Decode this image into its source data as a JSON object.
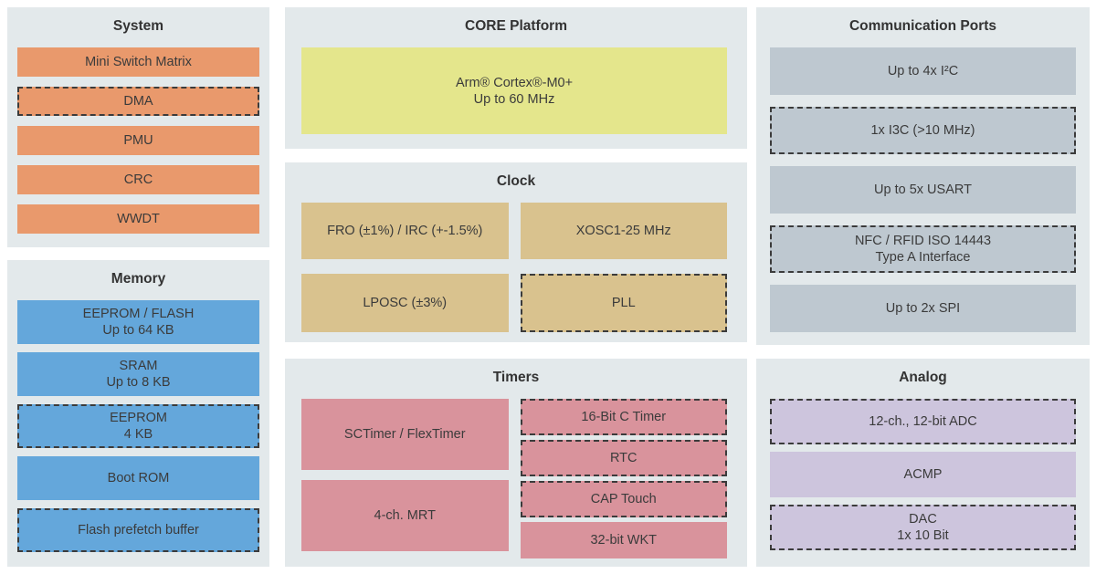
{
  "diagram": {
    "colors": {
      "panel_bg": "#e3e9eb",
      "title_color": "#333333",
      "text_color": "#3b3b3b",
      "dashed_border": "#3b3b3b",
      "system_block": "#e9996c",
      "memory_block": "#64a7db",
      "core_block": "#e4e68c",
      "clock_block": "#d9c28e",
      "timers_block": "#d9939c",
      "comm_block": "#bec8d0",
      "analog_block": "#cdc5dd"
    },
    "panels": [
      {
        "id": "system",
        "title": "System",
        "block_color": "#e9996c",
        "blocks": [
          {
            "id": "mini-switch-matrix",
            "label": "Mini Switch Matrix",
            "dashed": false
          },
          {
            "id": "dma",
            "label": "DMA",
            "dashed": true
          },
          {
            "id": "pmu",
            "label": "PMU",
            "dashed": false
          },
          {
            "id": "crc",
            "label": "CRC",
            "dashed": false
          },
          {
            "id": "wwdt",
            "label": "WWDT",
            "dashed": false
          }
        ]
      },
      {
        "id": "memory",
        "title": "Memory",
        "block_color": "#64a7db",
        "blocks": [
          {
            "id": "eeprom-flash",
            "label": "EEPROM / FLASH\nUp to 64 KB",
            "dashed": false
          },
          {
            "id": "sram",
            "label": "SRAM\nUp to 8 KB",
            "dashed": false
          },
          {
            "id": "eeprom-4kb",
            "label": "EEPROM\n4 KB",
            "dashed": true
          },
          {
            "id": "boot-rom",
            "label": "Boot ROM",
            "dashed": false
          },
          {
            "id": "flash-prefetch-buffer",
            "label": "Flash prefetch buffer",
            "dashed": true
          }
        ]
      },
      {
        "id": "core",
        "title": "CORE Platform",
        "block_color": "#e4e68c",
        "blocks": [
          {
            "id": "arm-cortex-m0plus",
            "label": "Arm® Cortex®-M0+\nUp to 60 MHz",
            "dashed": false
          }
        ]
      },
      {
        "id": "clock",
        "title": "Clock",
        "block_color": "#d9c28e",
        "blocks": [
          {
            "id": "fro-irc",
            "label": "FRO (±1%) / IRC (+-1.5%)",
            "dashed": false
          },
          {
            "id": "xosc",
            "label": "XOSC1-25 MHz",
            "dashed": false
          },
          {
            "id": "lposc",
            "label": "LPOSC (±3%)",
            "dashed": false
          },
          {
            "id": "pll",
            "label": "PLL",
            "dashed": true
          }
        ]
      },
      {
        "id": "timers",
        "title": "Timers",
        "block_color": "#d9939c",
        "blocks": [
          {
            "id": "sctimer-flextimer",
            "label": "SCTimer / FlexTimer",
            "dashed": false,
            "col": "left"
          },
          {
            "id": "mrt",
            "label": "4-ch. MRT",
            "dashed": false,
            "col": "left"
          },
          {
            "id": "ctimer-16bit",
            "label": "16-Bit C Timer",
            "dashed": true,
            "col": "right"
          },
          {
            "id": "rtc",
            "label": "RTC",
            "dashed": true,
            "col": "right"
          },
          {
            "id": "cap-touch",
            "label": "CAP Touch",
            "dashed": true,
            "col": "right"
          },
          {
            "id": "wkt-32bit",
            "label": "32-bit WKT",
            "dashed": false,
            "col": "right"
          }
        ]
      },
      {
        "id": "comm",
        "title": "Communication Ports",
        "block_color": "#bec8d0",
        "blocks": [
          {
            "id": "i2c",
            "label": "Up to 4x I²C",
            "dashed": false
          },
          {
            "id": "i3c",
            "label": "1x I3C (>10 MHz)",
            "dashed": true
          },
          {
            "id": "usart",
            "label": "Up to 5x USART",
            "dashed": false
          },
          {
            "id": "nfc-rfid",
            "label": "NFC / RFID ISO 14443\nType A Interface",
            "dashed": true
          },
          {
            "id": "spi",
            "label": "Up to 2x SPI",
            "dashed": false
          }
        ]
      },
      {
        "id": "analog",
        "title": "Analog",
        "block_color": "#cdc5dd",
        "blocks": [
          {
            "id": "adc",
            "label": "12-ch., 12-bit ADC",
            "dashed": true
          },
          {
            "id": "acmp",
            "label": "ACMP",
            "dashed": false
          },
          {
            "id": "dac",
            "label": "DAC\n1x 10 Bit",
            "dashed": true
          }
        ]
      }
    ]
  }
}
